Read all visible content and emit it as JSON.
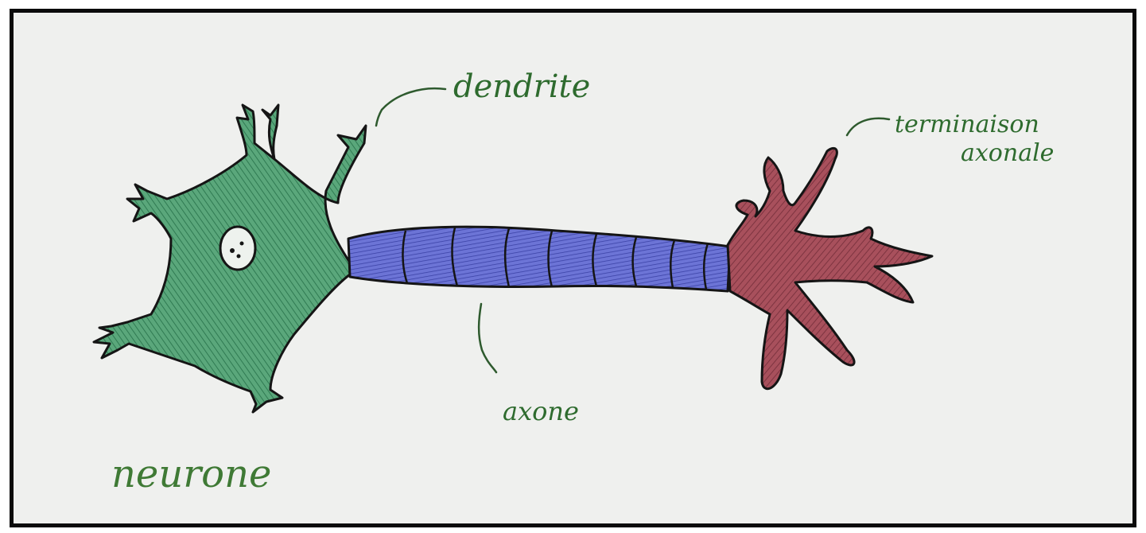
{
  "labels": {
    "dendrite": "dendrite",
    "terminal_line1": "terminaison",
    "terminal_line2": "axonale",
    "axon": "axone",
    "neuron": "neurone"
  },
  "colors": {
    "paper": "#eff0ee",
    "frame": "#0b0b0b",
    "cell_body": "#4e9a70",
    "cell_body_dark": "#2f7a52",
    "axon": "#5a62c8",
    "axon_dark": "#2a2f8a",
    "terminal": "#9e4a55",
    "terminal_dark": "#6e2a33",
    "label_ink": "#2e6b2e",
    "outline": "#151515"
  }
}
